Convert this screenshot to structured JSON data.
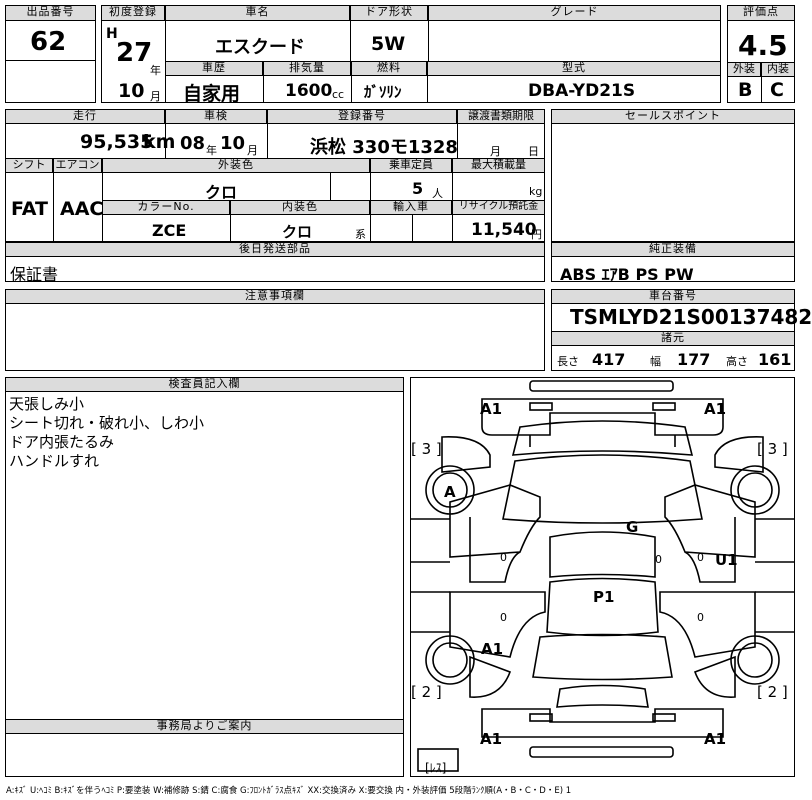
{
  "top": {
    "lot_label": "出品番号",
    "lot_no": "62",
    "first_reg_label": "初度登録",
    "era": "H",
    "year": "27",
    "year_unit": "年",
    "month": "10",
    "month_unit": "月",
    "name_label": "車名",
    "name": "エスクード",
    "door_label": "ドア形状",
    "door": "5W",
    "grade_label": "グレード",
    "grade": "",
    "score_label": "評価点",
    "score": "4.5",
    "history_label": "車歴",
    "history": "自家用",
    "disp_label": "排気量",
    "disp": "1600",
    "disp_unit": "cc",
    "fuel_label": "燃料",
    "fuel": "ｶﾞｿﾘﾝ",
    "model_label": "型式",
    "model": "DBA-YD21S",
    "ext_label": "外装",
    "ext": "B",
    "int_label": "内装",
    "int": "C"
  },
  "row2": {
    "mileage_label": "走行",
    "mileage": "95,535",
    "mileage_unit": "km",
    "inspection_label": "車検",
    "insp_year": "08",
    "insp_year_unit": "年",
    "insp_month": "10",
    "insp_month_unit": "月",
    "reg_label": "登録番号",
    "reg": "浜松 330モ1328",
    "transfer_label": "譲渡書類期限",
    "tr_month_unit": "月",
    "tr_day_unit": "日",
    "sales_label": "セールスポイント"
  },
  "row3": {
    "shift_label": "シフト",
    "shift": "FAT",
    "ac_label": "エアコン",
    "ac": "AAC",
    "color_label": "外装色",
    "color": "クロ",
    "capacity_label": "乗車定員",
    "capacity": "5",
    "capacity_unit": "人",
    "load_label": "最大積載量",
    "load_unit": "kg",
    "colorno_label": "カラーNo.",
    "colorno": "ZCE",
    "intcolor_label": "内装色",
    "intcolor": "クロ",
    "intcolor_suffix": "系",
    "import_label": "輸入車",
    "recycle_label": "リサイクル預託金",
    "recycle": "11,540",
    "recycle_unit": "円"
  },
  "parts": {
    "label": "後日発送部品",
    "value": "保証書"
  },
  "equipment": {
    "label": "純正装備",
    "value": "ABS ｴｱB PS PW"
  },
  "notes": {
    "label": "注意事項欄"
  },
  "chassis": {
    "label": "車台番号",
    "value": "TSMLYD21S00137482",
    "spec_label": "諸元",
    "len_label": "長さ",
    "len": "417",
    "wid_label": "幅",
    "wid": "177",
    "hgt_label": "高さ",
    "hgt": "161"
  },
  "inspector": {
    "label": "検査員記入欄",
    "lines": [
      "天張しみ小",
      "シート切れ・破れ小、しわ小",
      "ドア内張たるみ",
      "ハンドルすれ"
    ]
  },
  "office": {
    "label": "事務局よりご案内"
  },
  "diagram": {
    "marks": {
      "a1_tl": "A1",
      "a1_tr": "A1",
      "b3_l": "[ 3 ]",
      "b3_r": "[ 3 ]",
      "a_l": "A",
      "g": "G",
      "u1": "U1",
      "p1": "P1",
      "a1_ml": "A1",
      "b2_l": "[ 2 ]",
      "b2_r": "[ 2 ]",
      "a1_bl": "A1",
      "a1_br": "A1",
      "zero1": "0",
      "zero2": "0",
      "zero3": "0",
      "zero4": "0",
      "zero5": "0"
    },
    "less": "[ﾚｽ]"
  },
  "legend": "A:ｷｽﾞ U:ﾍｺﾐ B:ｷｽﾞを伴うﾍｺﾐ P:要塗装 W:補修跡 S:錆 C:腐食 G:ﾌﾛﾝﾄｶﾞﾗｽ点ｷｽﾞ XX:交換済み X:要交換  内・外装評価 5段階ﾗﾝｸ順(A・B・C・D・E) 1"
}
